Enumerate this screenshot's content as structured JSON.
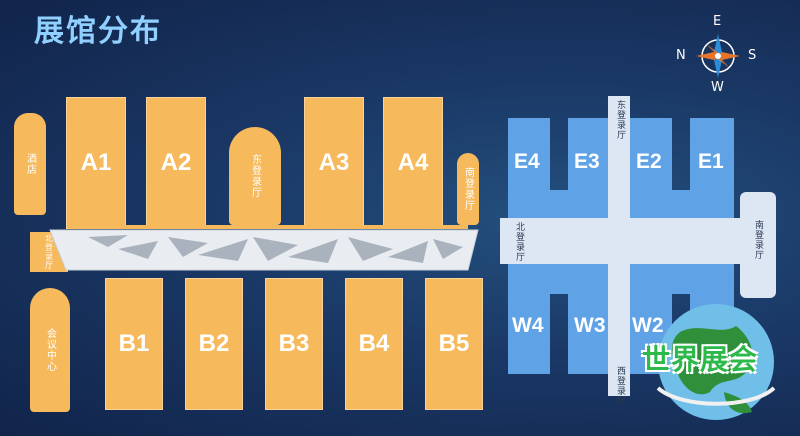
{
  "title": "展馆分布",
  "compass": {
    "north": "N",
    "east": "E",
    "south": "S",
    "west": "W"
  },
  "halls_top": [
    "A1",
    "A2",
    "A3",
    "A4"
  ],
  "halls_bottom": [
    "B1",
    "B2",
    "B3",
    "B4",
    "B5"
  ],
  "aux_buildings": {
    "hotel": "酒店",
    "east_lobby": "东登录厅",
    "south_lobby": "南登录厅",
    "north_lobby": "北登录厅",
    "conference_center": "会议中心"
  },
  "east_complex": {
    "top_halls": [
      "E4",
      "E3",
      "E2",
      "E1"
    ],
    "bottom_halls": [
      "W4",
      "W3",
      "W2"
    ],
    "east_lobby": "东登录厅",
    "north_lobby": "北登录厅",
    "south_lobby": "南登录厅",
    "west_lobby": "西登录厅"
  },
  "logo_text": "世界展会",
  "colors": {
    "hall_yellow": "#f6b95c",
    "hall_blue": "#5fa2e6",
    "background": "#1a3866",
    "title": "#8fd0ff"
  }
}
